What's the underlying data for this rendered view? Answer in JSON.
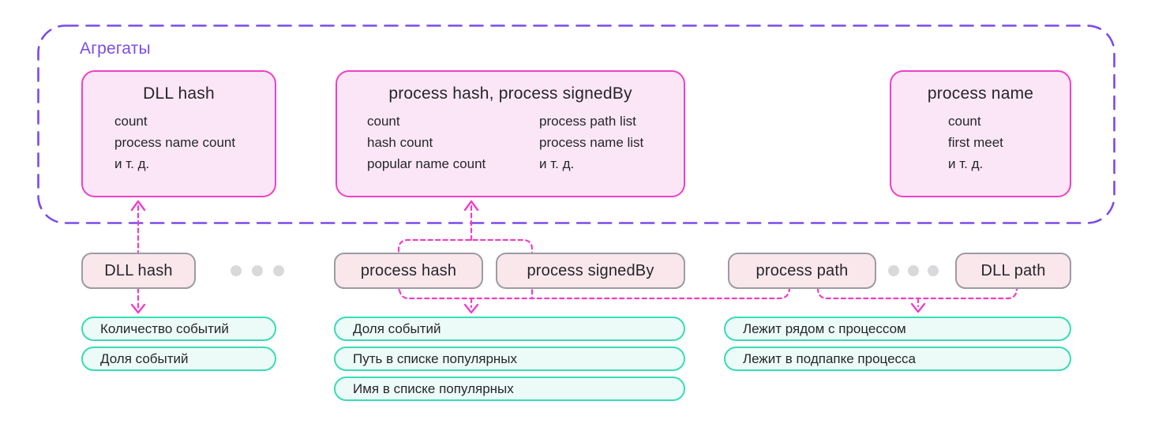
{
  "colors": {
    "purple": "#7B4BE9",
    "magenta": "#F13FC5",
    "pink_fill": "#FBE6F7",
    "pill_fill": "#F9E7EC",
    "pill_border": "#9B9BA3",
    "teal_border": "#38DCB5",
    "teal_fill": "#ECFBF7",
    "text_dark": "#26262B",
    "dot_gray": "#D9D9DC"
  },
  "aggregates": {
    "label": "Агрегаты",
    "boxes": [
      {
        "title": "DLL hash",
        "items": [
          "count",
          "process name count",
          "и т. д."
        ]
      },
      {
        "title": "process hash, process signedBy",
        "items_left": [
          "count",
          "hash count",
          "popular name count"
        ],
        "items_right": [
          "process path list",
          "process name list",
          "и т. д."
        ]
      },
      {
        "title": "process name",
        "items": [
          "count",
          "first meet",
          "и т. д."
        ]
      }
    ]
  },
  "fields": {
    "pills": [
      "DLL hash",
      "process hash",
      "process signedBy",
      "process path",
      "DLL path"
    ]
  },
  "checks": {
    "group1": [
      "Количество событий",
      "Доля событий"
    ],
    "group2": [
      "Доля событий",
      "Путь в списке популярных",
      "Имя в списке популярных"
    ],
    "group3": [
      "Лежит рядом с процессом",
      "Лежит в подпапке процесса"
    ]
  }
}
